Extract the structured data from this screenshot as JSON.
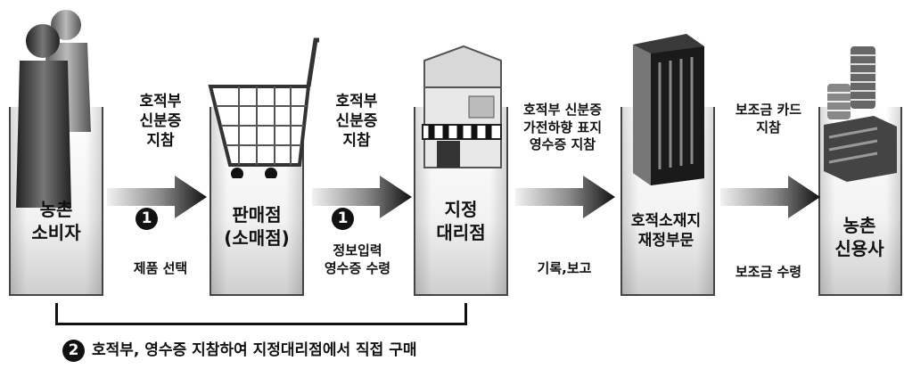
{
  "stations": [
    {
      "id": "consumer",
      "label": "농촌\n소비자",
      "icon": "people-icon"
    },
    {
      "id": "retailer",
      "label": "판매점\n(소매점)",
      "icon": "shopping-cart-icon"
    },
    {
      "id": "agency",
      "label": "지정\n대리점",
      "icon": "store-icon"
    },
    {
      "id": "finance",
      "label": "호적소재지\n재정부문",
      "icon": "binder-icon"
    },
    {
      "id": "credit",
      "label": "농촌\n신용사",
      "icon": "coins-icon"
    }
  ],
  "transitions": [
    {
      "top": "호적부\n신분증\n지참",
      "step": "1",
      "bottom": "제품 선택"
    },
    {
      "top": "호적부\n신분증\n지참",
      "step": "1",
      "bottom": "정보입력\n영수증 수령"
    },
    {
      "top": "호적부 신분증\n가전하향 표지\n영수증 지참",
      "step": "",
      "bottom": "기록,보고"
    },
    {
      "top": "보조금 카드\n지참",
      "step": "",
      "bottom": "보조금 수령"
    }
  ],
  "note": {
    "step": "2",
    "text": "호적부, 영수증 지참하여 지정대리점에서 직접 구매"
  }
}
